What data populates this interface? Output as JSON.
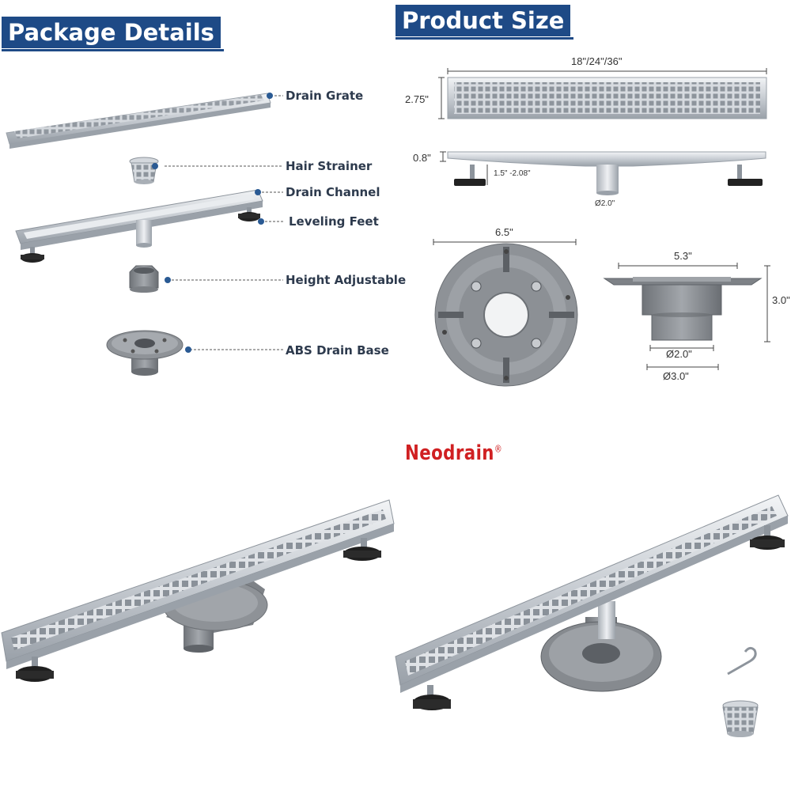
{
  "sections": {
    "package_details_title": "Package Details",
    "product_size_title": "Product Size"
  },
  "package_parts": [
    {
      "label": "Drain Grate",
      "icon": "drain-grate"
    },
    {
      "label": "Hair Strainer",
      "icon": "hair-strainer"
    },
    {
      "label": "Drain Channel",
      "icon": "drain-channel"
    },
    {
      "label": "Leveling Feet",
      "icon": "leveling-feet"
    },
    {
      "label": "Height Adjustable",
      "icon": "height-adjustable-ring"
    },
    {
      "label": "ABS Drain Base",
      "icon": "abs-drain-base"
    }
  ],
  "dimensions": {
    "grate_length": "18\"/24\"/36\"",
    "grate_width": "2.75\"",
    "channel_height": "0.8\"",
    "feet_range": "1.5\" -2.08\"",
    "outlet_diameter": "Ø2.0\"",
    "base_diameter": "6.5\"",
    "base_top_width": "5.3\"",
    "base_height": "3.0\"",
    "base_inner_diameter": "Ø2.0\"",
    "base_outer_diameter": "Ø3.0\""
  },
  "brand": {
    "name": "Neodrain",
    "mark": "®",
    "color": "#d02022"
  },
  "colors": {
    "title_bg": "#1e4a86",
    "steel": "#c9ced4",
    "abs_gray": "#8a8d92"
  }
}
